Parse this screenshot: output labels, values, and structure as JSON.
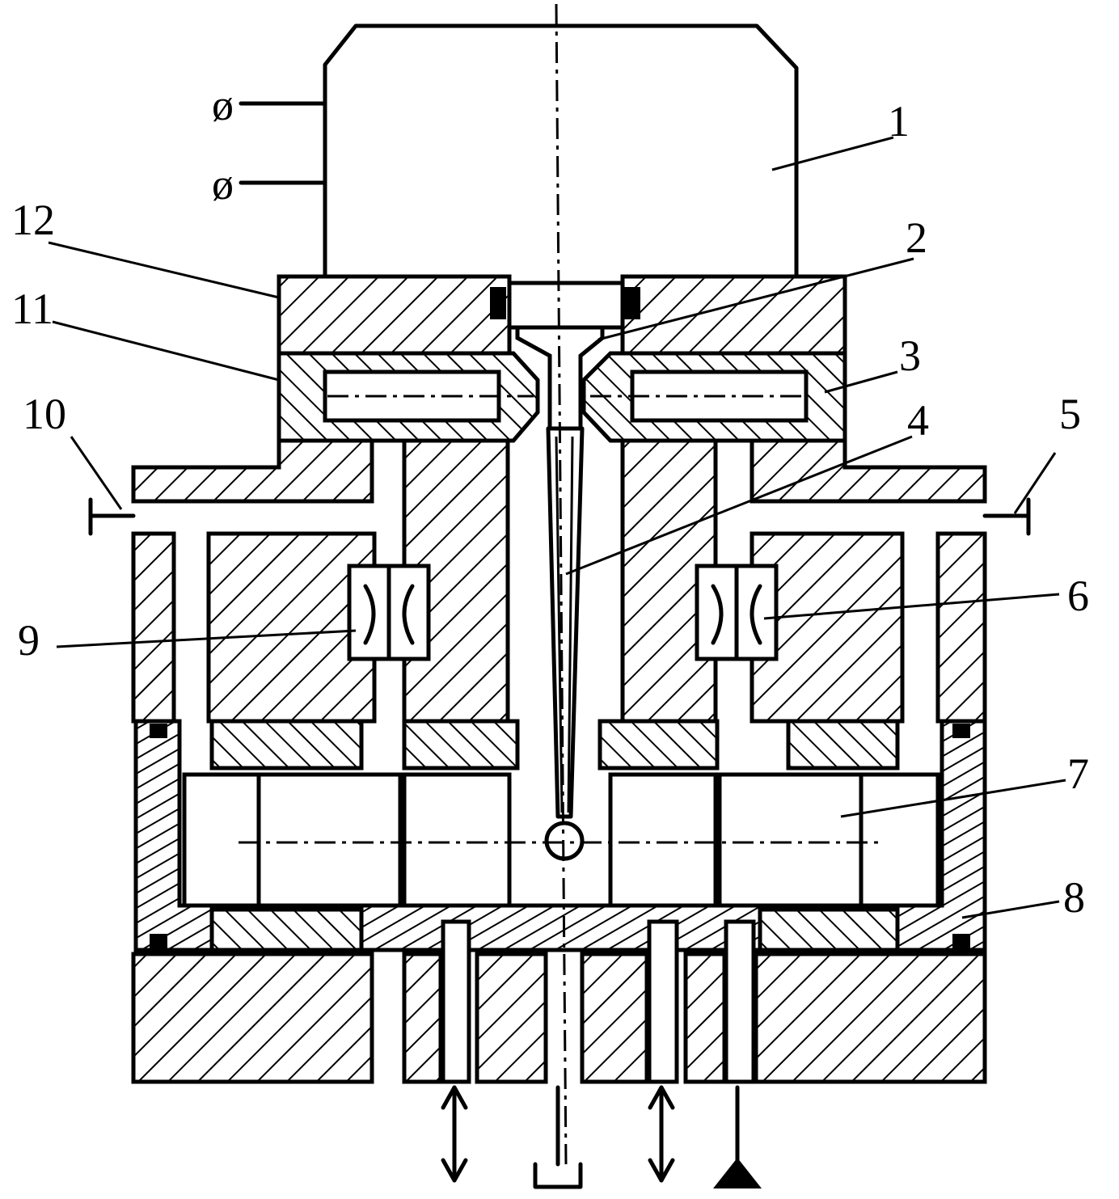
{
  "diagram": {
    "labels": {
      "l1": "1",
      "l2": "2",
      "l3": "3",
      "l4": "4",
      "l5": "5",
      "l6": "6",
      "l7": "7",
      "l8": "8",
      "l9": "9",
      "l10": "10",
      "l11": "11",
      "l12": "12"
    },
    "terminal_symbols": [
      "ø",
      "ø"
    ],
    "ink_color": "#000000",
    "background_color": "#ffffff"
  }
}
